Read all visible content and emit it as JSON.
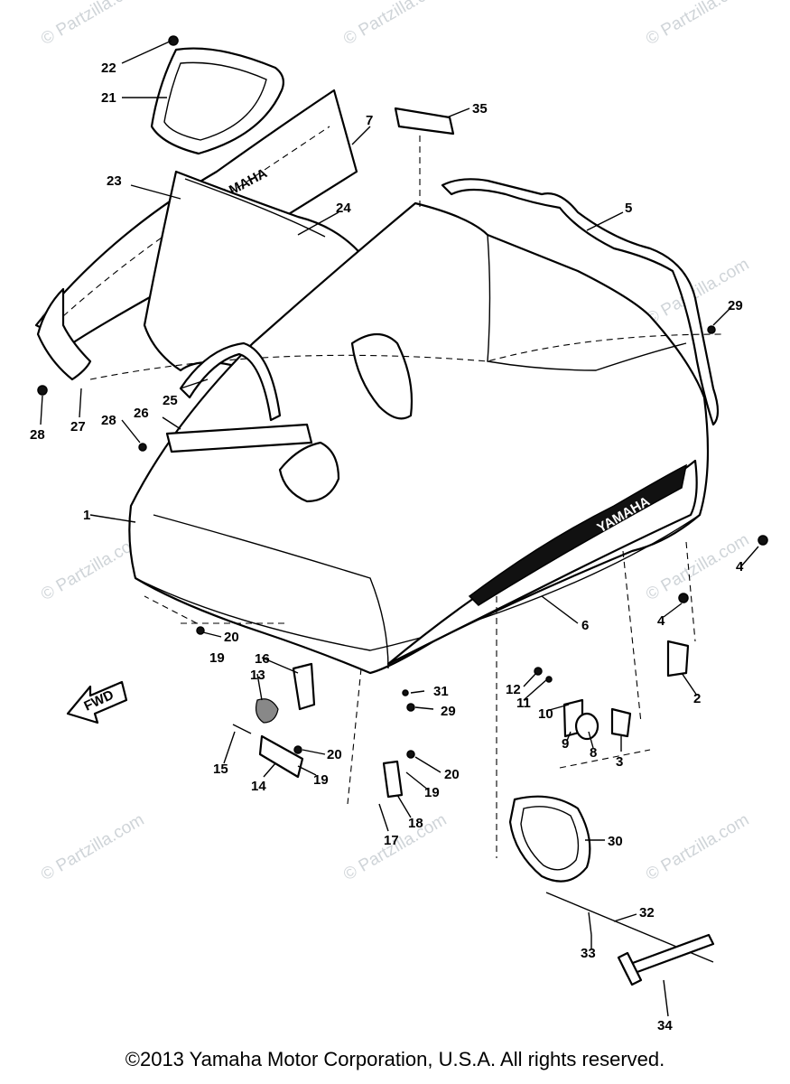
{
  "watermark": "© Partzilla.com",
  "brand_text": "YAMAHA",
  "fwd_label": "FWD",
  "copyright": "©2013 Yamaha Motor Corporation, U.S.A. All rights reserved.",
  "callouts": [
    "1",
    "2",
    "3",
    "4",
    "4",
    "5",
    "6",
    "7",
    "8",
    "9",
    "10",
    "11",
    "12",
    "13",
    "14",
    "15",
    "16",
    "17",
    "18",
    "19",
    "19",
    "19",
    "20",
    "20",
    "20",
    "21",
    "22",
    "23",
    "24",
    "25",
    "26",
    "27",
    "28",
    "28",
    "29",
    "29",
    "30",
    "31",
    "32",
    "33",
    "34",
    "35"
  ]
}
